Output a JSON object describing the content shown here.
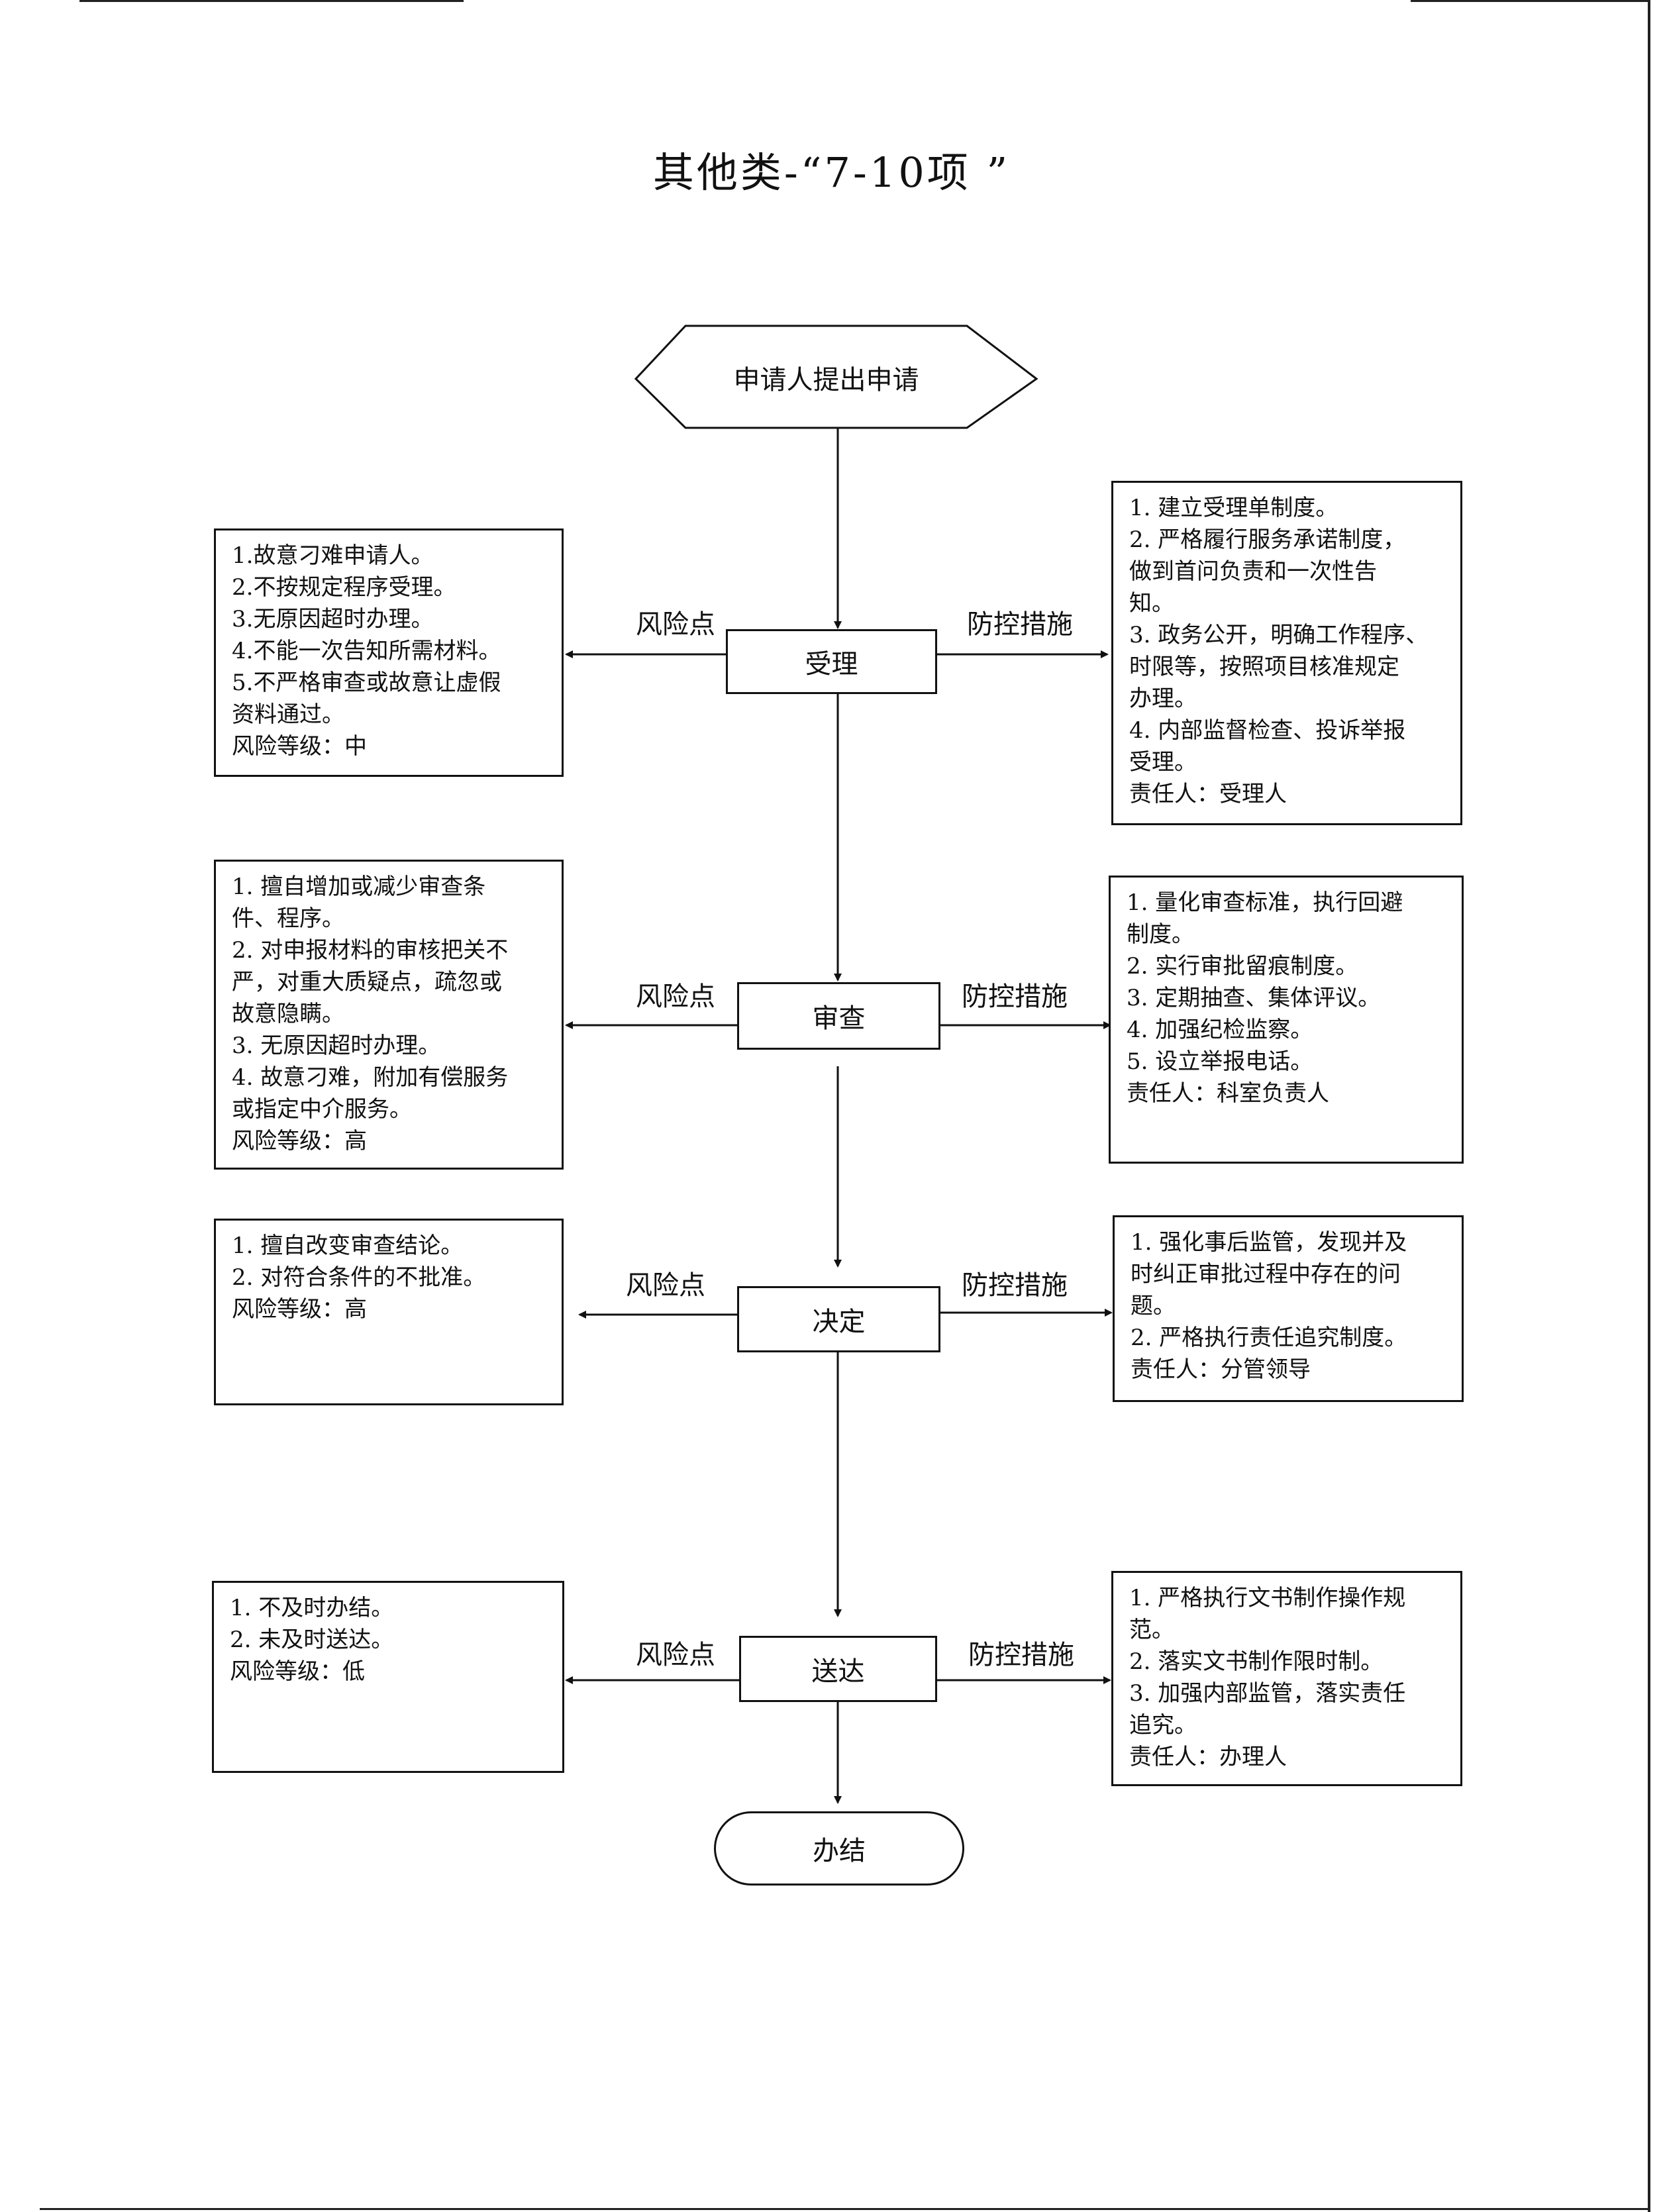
{
  "title": "其他类-“7-10项 ”",
  "start": "申请人提出申请",
  "end": "办结",
  "label_risk": "风险点",
  "label_control": "防控措施",
  "stages": [
    {
      "name": "受理",
      "risks": [
        "1.故意刁难申请人。",
        "2.不按规定程序受理。",
        "3.无原因超时办理。",
        "4.不能一次告知所需材料。",
        "5.不严格审查或故意让虚假",
        "资料通过。",
        "风险等级：中"
      ],
      "controls": [
        "1. 建立受理单制度。",
        "2. 严格履行服务承诺制度，",
        "做到首问负责和一次性告",
        "知。",
        "3. 政务公开，明确工作程序、",
        "时限等，按照项目核准规定",
        "办理。",
        "4. 内部监督检查、投诉举报",
        "受理。",
        "责任人：受理人"
      ]
    },
    {
      "name": "审查",
      "risks": [
        "1. 擅自增加或减少审查条",
        "件、程序。",
        "2. 对申报材料的审核把关不",
        "严，对重大质疑点，疏忽或",
        "故意隐瞒。",
        "3. 无原因超时办理。",
        "4. 故意刁难，附加有偿服务",
        "或指定中介服务。",
        "风险等级：高"
      ],
      "controls": [
        "1. 量化审查标准，执行回避",
        "制度。",
        "2. 实行审批留痕制度。",
        "3. 定期抽查、集体评议。",
        "4. 加强纪检监察。",
        "5. 设立举报电话。",
        "责任人：科室负责人"
      ]
    },
    {
      "name": "决定",
      "risks": [
        "1. 擅自改变审查结论。",
        "2. 对符合条件的不批准。",
        "风险等级：高"
      ],
      "controls": [
        "1. 强化事后监管，发现并及",
        "时纠正审批过程中存在的问",
        "题。",
        "2. 严格执行责任追究制度。",
        "责任人：分管领导"
      ]
    },
    {
      "name": "送达",
      "risks": [
        "1. 不及时办结。",
        "2. 未及时送达。",
        "风险等级：低"
      ],
      "controls": [
        "1. 严格执行文书制作操作规",
        "范。",
        "2. 落实文书制作限时制。",
        "3. 加强内部监管，落实责任",
        "追究。",
        "责任人：办理人"
      ]
    }
  ]
}
